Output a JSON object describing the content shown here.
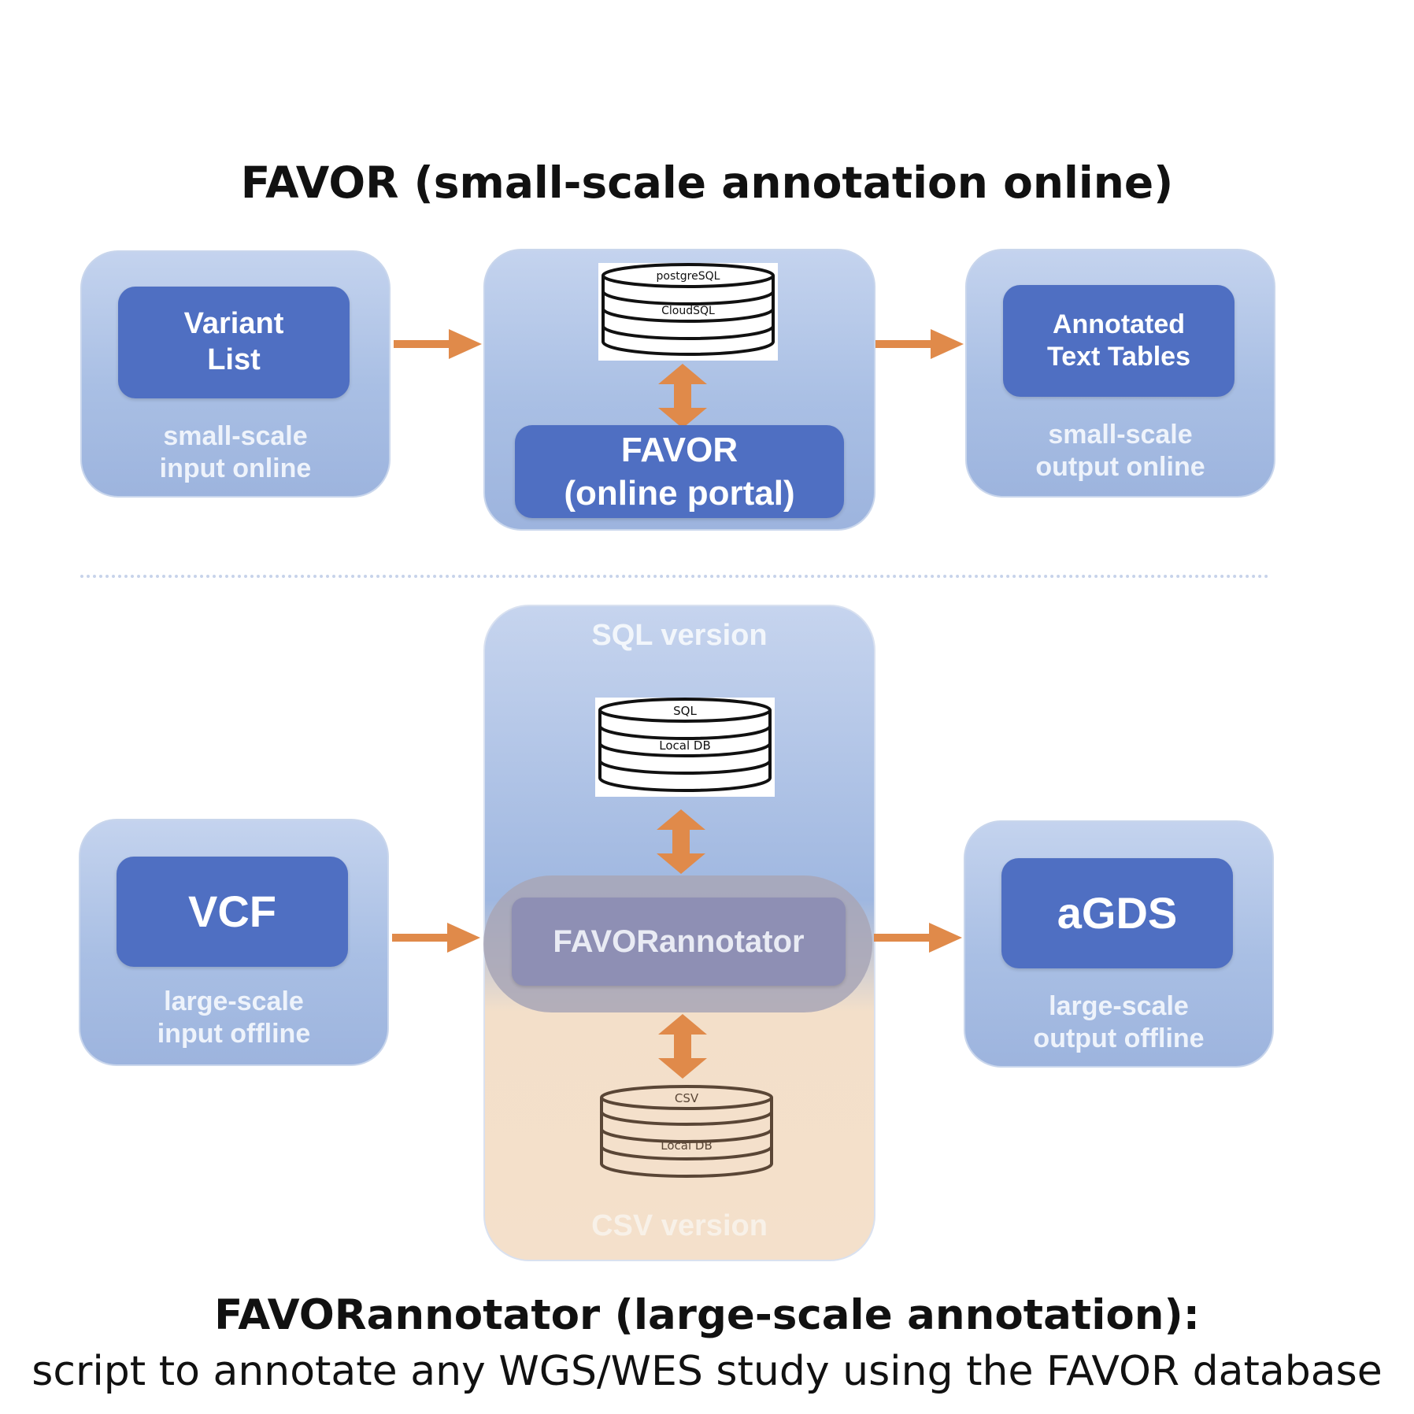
{
  "top": {
    "title": "FAVOR (small-scale annotation online)",
    "input": {
      "box_label": "Variant\nList",
      "caption": "small-scale\ninput online"
    },
    "center": {
      "db_top_label": "postgreSQL",
      "db_bottom_label": "CloudSQL",
      "box_label": "FAVOR\n(online portal)"
    },
    "output": {
      "box_label": "Annotated\nText Tables",
      "caption": "small-scale\noutput online"
    }
  },
  "bottom": {
    "input": {
      "box_label": "VCF",
      "caption": "large-scale\ninput offline"
    },
    "center": {
      "sql_version_label": "SQL version",
      "sql_db_top_label": "SQL",
      "sql_db_bottom_label": "Local DB",
      "annotator_label": "FAVORannotator",
      "csv_db_top_label": "CSV",
      "csv_db_bottom_label": "Local DB",
      "csv_version_label": "CSV version"
    },
    "output": {
      "box_label": "aGDS",
      "caption": "large-scale\noutput offline"
    },
    "title": "FAVORannotator (large-scale annotation):",
    "subtitle": "script to annotate any WGS/WES study using the FAVOR database"
  },
  "colors": {
    "arrow": "#e08a4a",
    "box": "#4f6fc2",
    "annotator": "#8e8fb4"
  }
}
